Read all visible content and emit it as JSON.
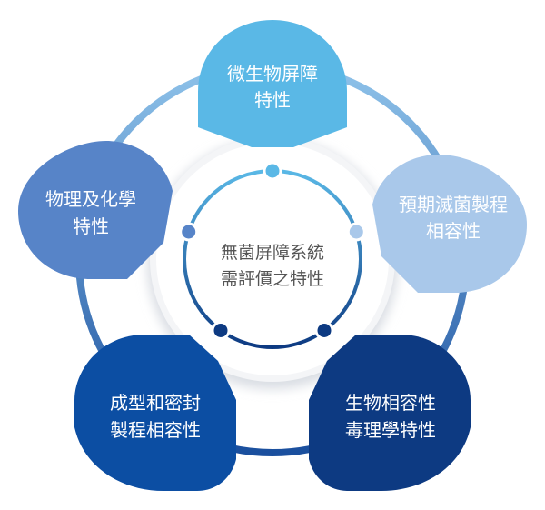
{
  "center": {
    "line1": "無菌屏障系統",
    "line2": "需評價之特性"
  },
  "nodes": [
    {
      "line1": "微生物屏障",
      "line2": "特性",
      "color": "#5ab8e6"
    },
    {
      "line1": "預期滅菌製程",
      "line2": "相容性",
      "color": "#a9c8ea"
    },
    {
      "line1": "生物相容性",
      "line2": "毒理學特性",
      "color": "#0d3a82"
    },
    {
      "line1": "成型和密封",
      "line2": "製程相容性",
      "color": "#0c4ea3"
    },
    {
      "line1": "物理及化學",
      "line2": "特性",
      "color": "#5784c8"
    }
  ],
  "dot_colors": [
    "#5ab8e6",
    "#a9c8ea",
    "#0d3a82",
    "#0d3a82",
    "#5784c8"
  ]
}
